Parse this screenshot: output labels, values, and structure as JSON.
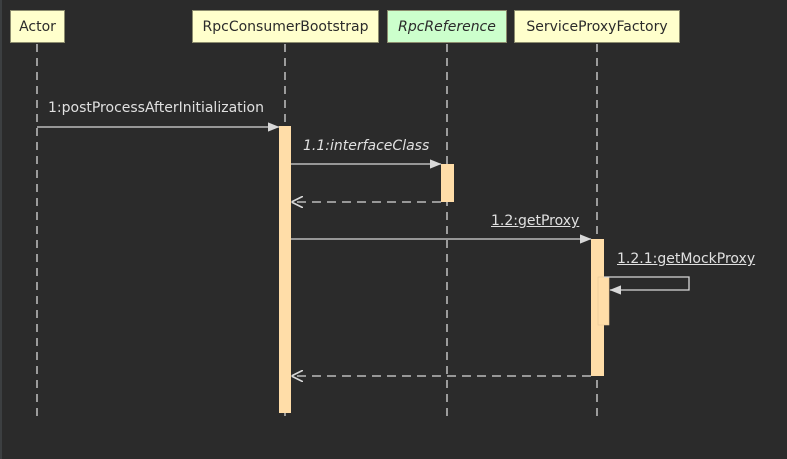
{
  "colors": {
    "background": "#2b2b2b",
    "lifeline": "#d8d8d8",
    "activation": "#ffdda8",
    "class_box": "#ffffcc",
    "interface_box": "#ccffcc",
    "text": "#e0e0e0"
  },
  "participants": [
    {
      "id": "actor",
      "label": "Actor",
      "kind": "actor"
    },
    {
      "id": "bootstrap",
      "label": "RpcConsumerBootstrap",
      "kind": "class"
    },
    {
      "id": "reference",
      "label": "RpcReference",
      "kind": "interface"
    },
    {
      "id": "factory",
      "label": "ServiceProxyFactory",
      "kind": "class"
    }
  ],
  "messages": [
    {
      "id": "m1",
      "label": "1:postProcessAfterInitialization",
      "from": "actor",
      "to": "bootstrap",
      "type": "call",
      "style": "normal"
    },
    {
      "id": "m2",
      "label": "1.1:interfaceClass",
      "from": "bootstrap",
      "to": "reference",
      "type": "call",
      "style": "italic"
    },
    {
      "id": "m3",
      "label": "",
      "from": "reference",
      "to": "bootstrap",
      "type": "return",
      "style": "normal"
    },
    {
      "id": "m4",
      "label": "1.2:getProxy",
      "from": "bootstrap",
      "to": "factory",
      "type": "call",
      "style": "underline"
    },
    {
      "id": "m5",
      "label": "1.2.1:getMockProxy",
      "from": "factory",
      "to": "factory",
      "type": "self",
      "style": "underline"
    },
    {
      "id": "m6",
      "label": "",
      "from": "factory",
      "to": "bootstrap",
      "type": "return",
      "style": "normal"
    }
  ]
}
